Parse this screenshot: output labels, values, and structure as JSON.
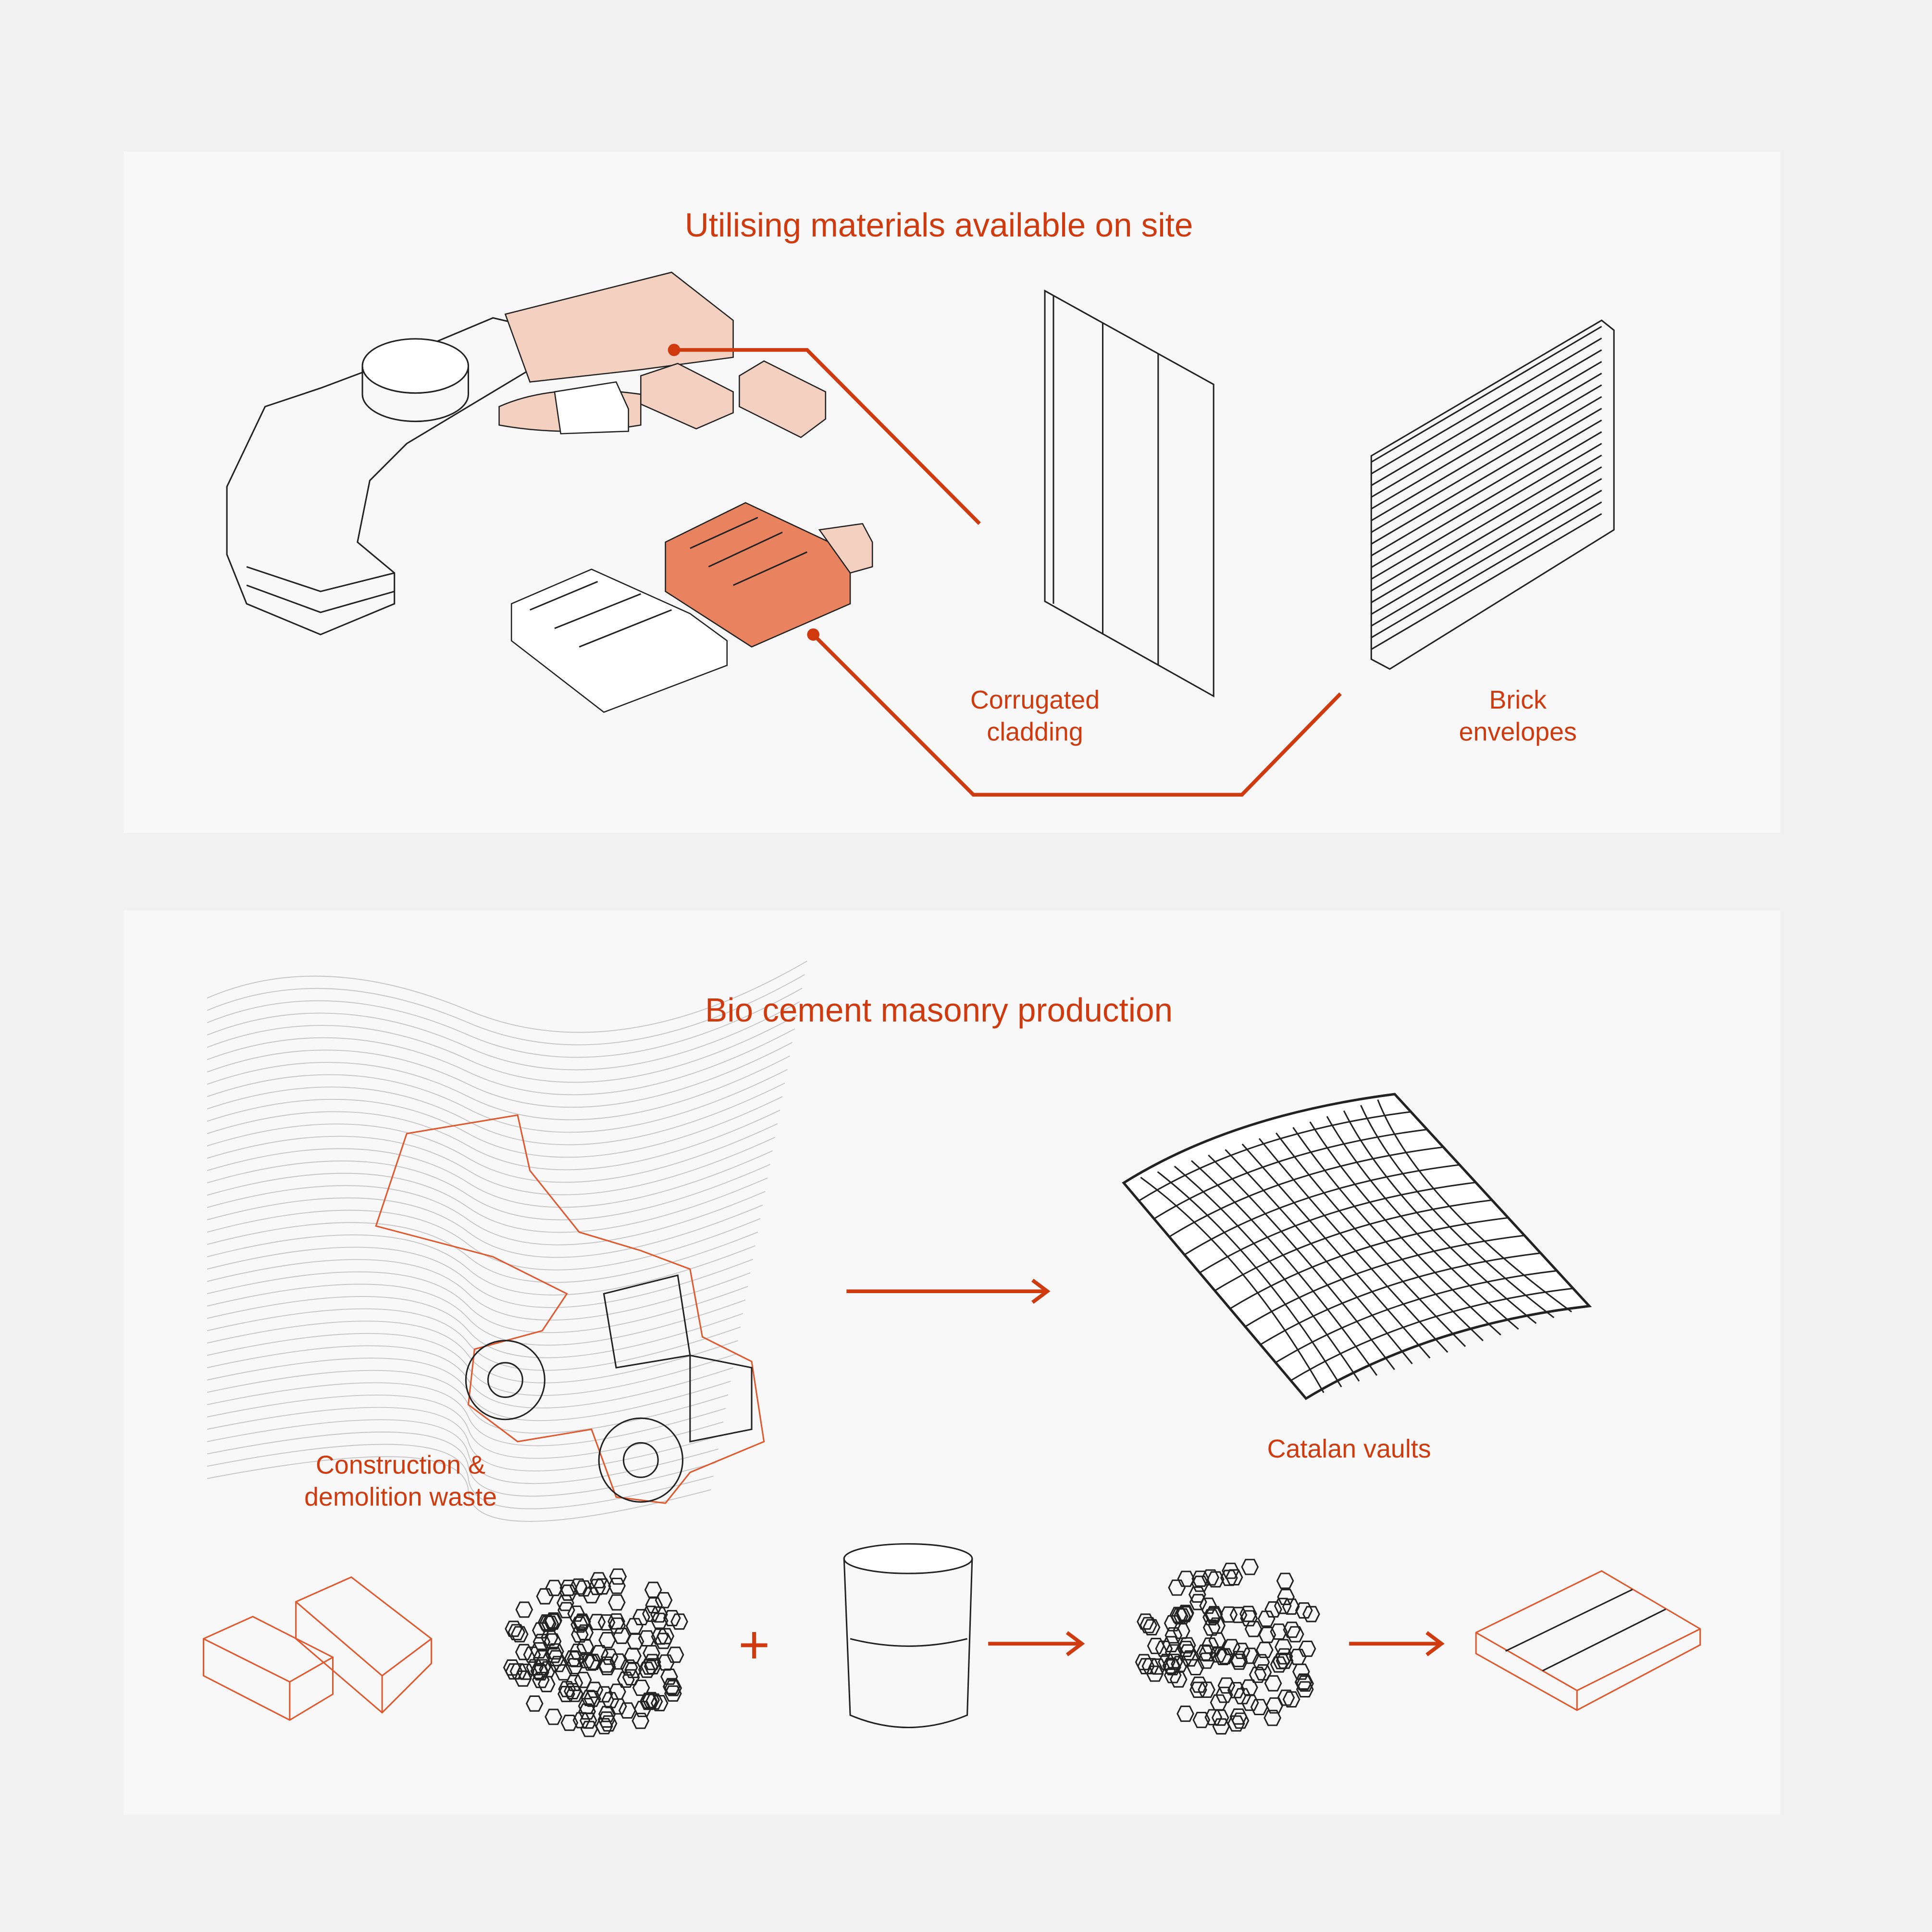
{
  "colors": {
    "accent": "#cf3a0f",
    "panel": "#f8f8f8",
    "background": "#f1f1f1",
    "building_fill": "#f3d0c0",
    "highlight_fill": "#e9825f"
  },
  "panel_site": {
    "title": "Utilising materials available on site",
    "labels": {
      "corrugated": [
        "Corrugated",
        "cladding"
      ],
      "brick": [
        "Brick",
        "envelopes"
      ]
    }
  },
  "panel_biocement": {
    "title": "Bio cement masonry production",
    "labels": {
      "waste": [
        "Construction &",
        "demolition waste"
      ],
      "vaults": "Catalan vaults"
    },
    "plus_sign": "+"
  }
}
